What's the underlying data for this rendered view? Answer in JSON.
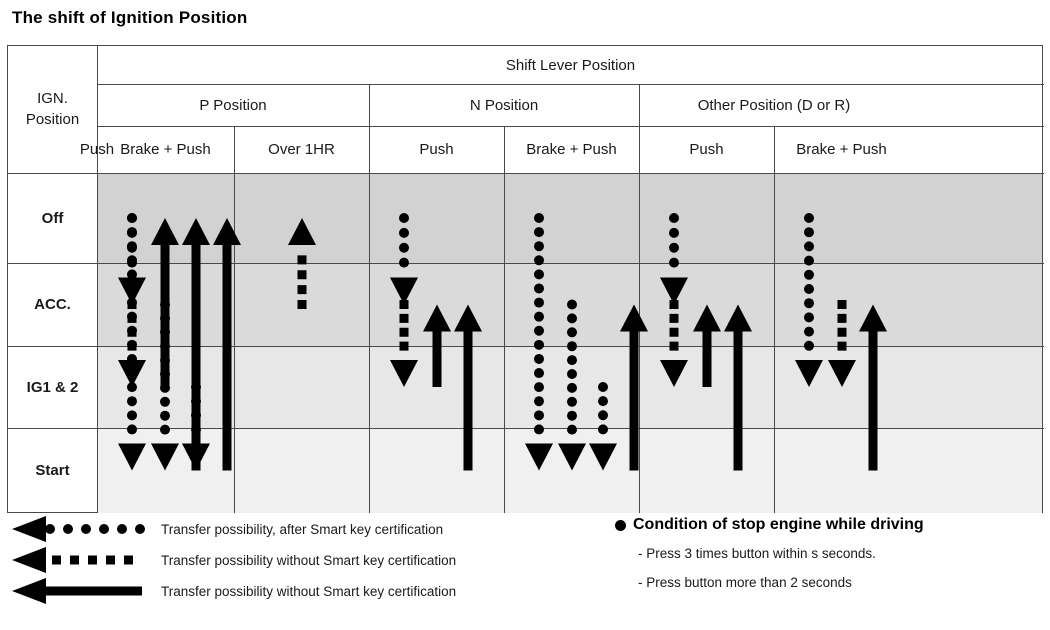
{
  "title": "The shift of Ignition Position",
  "table": {
    "corner_label": [
      "IGN.",
      "Position"
    ],
    "top_header": "Shift Lever Position",
    "groups": [
      {
        "label": "P Position",
        "span": 3
      },
      {
        "label": "N Position",
        "span": 2
      },
      {
        "label": "Other Position (D or R)",
        "span": 2
      }
    ],
    "columns": [
      "Push",
      "Brake + Push",
      "Over 1HR",
      "Push",
      "Brake + Push",
      "Push",
      "Brake + Push"
    ],
    "rows": [
      {
        "label": "Off",
        "shade": "#d2d2d2"
      },
      {
        "label": "ACC.",
        "shade": "#dadada"
      },
      {
        "label": "IG1 & 2",
        "shade": "#e7e7e7"
      },
      {
        "label": "Start",
        "shade": "#f0f0f0"
      }
    ]
  },
  "transitions": [
    {
      "column": 0,
      "lane": 0,
      "style": "dotted",
      "dir": "down",
      "from": "Off",
      "to": "ACC"
    },
    {
      "column": 0,
      "lane": 0,
      "style": "dashed",
      "dir": "down",
      "from": "ACC",
      "to": "IG1 & 2"
    },
    {
      "column": 0,
      "lane": 1,
      "style": "solid",
      "dir": "up",
      "from": "IG1 & 2",
      "to": "Off"
    },
    {
      "column": 0,
      "lane": 2,
      "style": "solid",
      "dir": "up",
      "from": "Start",
      "to": "Off"
    },
    {
      "column": 1,
      "lane": 0,
      "style": "dotted",
      "dir": "down",
      "from": "Off",
      "to": "Start"
    },
    {
      "column": 1,
      "lane": 1,
      "style": "dotted",
      "dir": "down",
      "from": "ACC",
      "to": "Start"
    },
    {
      "column": 1,
      "lane": 2,
      "style": "dotted",
      "dir": "down",
      "from": "IG1 & 2",
      "to": "Start"
    },
    {
      "column": 1,
      "lane": 3,
      "style": "solid",
      "dir": "up",
      "from": "Start",
      "to": "Off"
    },
    {
      "column": 2,
      "lane": 1,
      "style": "dashed",
      "dir": "up",
      "from": "ACC",
      "to": "Off"
    },
    {
      "column": 3,
      "lane": 0,
      "style": "dotted",
      "dir": "down",
      "from": "Off",
      "to": "ACC"
    },
    {
      "column": 3,
      "lane": 0,
      "style": "dashed",
      "dir": "down",
      "from": "ACC",
      "to": "IG1 & 2"
    },
    {
      "column": 3,
      "lane": 1,
      "style": "solid",
      "dir": "up",
      "from": "IG1 & 2",
      "to": "ACC"
    },
    {
      "column": 3,
      "lane": 2,
      "style": "solid",
      "dir": "up",
      "from": "Start",
      "to": "ACC"
    },
    {
      "column": 4,
      "lane": 0,
      "style": "dotted",
      "dir": "down",
      "from": "Off",
      "to": "Start"
    },
    {
      "column": 4,
      "lane": 1,
      "style": "dotted",
      "dir": "down",
      "from": "ACC",
      "to": "Start"
    },
    {
      "column": 4,
      "lane": 2,
      "style": "dotted",
      "dir": "down",
      "from": "IG1 & 2",
      "to": "Start"
    },
    {
      "column": 4,
      "lane": 3,
      "style": "solid",
      "dir": "up",
      "from": "Start",
      "to": "ACC"
    },
    {
      "column": 5,
      "lane": 0,
      "style": "dotted",
      "dir": "down",
      "from": "Off",
      "to": "ACC"
    },
    {
      "column": 5,
      "lane": 0,
      "style": "dashed",
      "dir": "down",
      "from": "ACC",
      "to": "IG1 & 2"
    },
    {
      "column": 5,
      "lane": 1,
      "style": "solid",
      "dir": "up",
      "from": "IG1 & 2",
      "to": "ACC"
    },
    {
      "column": 5,
      "lane": 2,
      "style": "solid",
      "dir": "up",
      "from": "Start",
      "to": "ACC"
    },
    {
      "column": 6,
      "lane": 0,
      "style": "dotted",
      "dir": "down",
      "from": "Off",
      "to": "IG1 & 2"
    },
    {
      "column": 6,
      "lane": 1,
      "style": "dashed",
      "dir": "down",
      "from": "ACC",
      "to": "IG1 & 2"
    },
    {
      "column": 6,
      "lane": 2,
      "style": "solid",
      "dir": "up",
      "from": "Start",
      "to": "ACC"
    }
  ],
  "legend": {
    "left": [
      {
        "style": "dotted",
        "text": "Transfer possibility, after Smart key certification"
      },
      {
        "style": "dashed",
        "text": "Transfer possibility without Smart key certification"
      },
      {
        "style": "solid",
        "text": "Transfer possibility without Smart key certification"
      }
    ],
    "right": {
      "title": "Condition of stop engine while driving",
      "notes": [
        "- Press 3 times button within s seconds.",
        "- Press button more than 2 seconds"
      ]
    }
  },
  "colors": {
    "arrow": "#000000",
    "border": "#4a4a4a",
    "text": "#1a1a1a"
  }
}
